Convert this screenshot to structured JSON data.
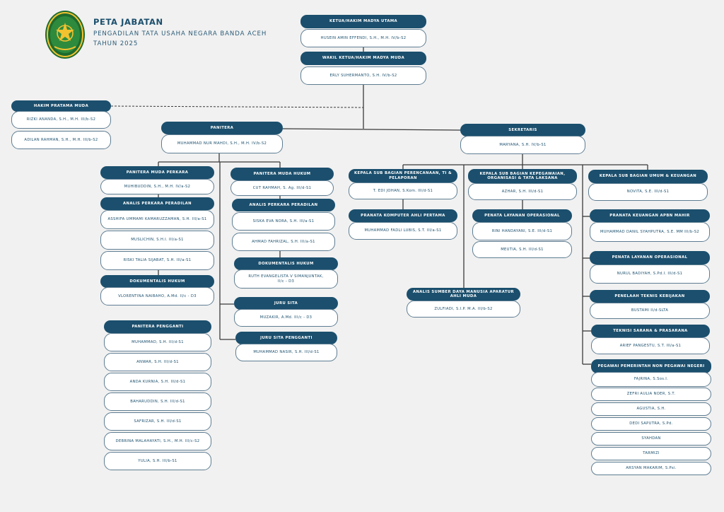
{
  "header": {
    "title": "PETA JABATAN",
    "subtitle": "PENGADILAN TATA USAHA NEGARA BANDA ACEH",
    "year": "TAHUN 2025"
  },
  "colors": {
    "header_fill": "#1b4f6d",
    "box_border": "#5e7d92",
    "line": "#3a3a3a",
    "background": "#f1f1f1"
  },
  "boxes": [
    {
      "id": "ketua-header",
      "kind": "hdr",
      "text": "KETUA/HAKIM MADYA UTAMA"
    },
    {
      "id": "ketua-name",
      "kind": "nm",
      "text": "HUSEIN AMIN EFFENDI, S.H., M.H. IV/b-S2"
    },
    {
      "id": "wakil-header",
      "kind": "hdr",
      "text": "WAKIL KETUA/HAKIM MADYA MUDA"
    },
    {
      "id": "wakil-name",
      "kind": "nm",
      "text": "ERLY SUHERMANTO, S.H. IV/b-S2"
    },
    {
      "id": "hakim-header",
      "kind": "hdr",
      "text": "HAKIM PRATAMA MUDA"
    },
    {
      "id": "hakim-name-1",
      "kind": "nm",
      "text": "RIZKI ANANDA, S.H., M.H. III/b-S2"
    },
    {
      "id": "hakim-name-2",
      "kind": "nm",
      "text": "ADILAN RAHMAN, S.H., M.H. III/b-S2"
    },
    {
      "id": "panitera-header",
      "kind": "hdr",
      "text": "PANITERA"
    },
    {
      "id": "panitera-name",
      "kind": "nm",
      "text": "MUHAMMAD NUR MAHDI, S.H., M.H. IV/b-S2"
    },
    {
      "id": "sekretaris-header",
      "kind": "hdr",
      "text": "SEKRETARIS"
    },
    {
      "id": "sekretaris-name",
      "kind": "nm",
      "text": "MARYANA, S.H. IV/b-S1"
    },
    {
      "id": "pmp-header",
      "kind": "hdr",
      "text": "PANITERA MUDA PERKARA"
    },
    {
      "id": "pmp-name",
      "kind": "nm",
      "text": "MUHIBUDDIN, S.H., M.H. IV/a-S2"
    },
    {
      "id": "app-header",
      "kind": "hdr",
      "text": "ANALIS PERKARA PERADILAN"
    },
    {
      "id": "app-name-1",
      "kind": "nm",
      "text": "ASSHIFA UMMAMI KAMARUZZAMAN, S.H. III/a-S1"
    },
    {
      "id": "app-name-2",
      "kind": "nm",
      "text": "MUSLICHIN, S.H.I. III/a-S1"
    },
    {
      "id": "app-name-3",
      "kind": "nm",
      "text": "RISKI TALIA SIJABAT, S.H. III/a-S1"
    },
    {
      "id": "dok1-header",
      "kind": "hdr",
      "text": "DOKUMENTALIS HUKUM"
    },
    {
      "id": "dok1-name",
      "kind": "nm",
      "text": "VLORENTINA NAIBAHO, A.Md. II/c - D3"
    },
    {
      "id": "pp-header",
      "kind": "hdr",
      "text": "PANITERA PENGGANTI"
    },
    {
      "id": "pp-name-1",
      "kind": "nm",
      "text": "MUHAMMAD, S.H. III/d-S1"
    },
    {
      "id": "pp-name-2",
      "kind": "nm",
      "text": "ANWAR, S.H. III/d-S1"
    },
    {
      "id": "pp-name-3",
      "kind": "nm",
      "text": "ANDA KURNIA, S.H. III/d-S1"
    },
    {
      "id": "pp-name-4",
      "kind": "nm",
      "text": "BAHARUDDIN, S.H. III/d-S1"
    },
    {
      "id": "pp-name-5",
      "kind": "nm",
      "text": "SAFRIZAR, S.H. III/d-S1"
    },
    {
      "id": "pp-name-6",
      "kind": "nm",
      "text": "DEBRINA MALAHAYATI, S.H., M.H. III/c-S2"
    },
    {
      "id": "pp-name-7",
      "kind": "nm",
      "text": "YULIA, S.H. III/b-S1"
    },
    {
      "id": "pmh-header",
      "kind": "hdr",
      "text": "PANITERA MUDA HUKUM"
    },
    {
      "id": "pmh-name",
      "kind": "nm",
      "text": "CUT RAHMAH, S. Ag. III/d-S1"
    },
    {
      "id": "app2-header",
      "kind": "hdr",
      "text": "ANALIS PERKARA PERADILAN"
    },
    {
      "id": "app2-name-1",
      "kind": "nm",
      "text": "SISKA EVA NORA, S.H. III/a-S1"
    },
    {
      "id": "app2-name-2",
      "kind": "nm",
      "text": "AHMAD FAHRIZAL, S.H. III/a-S1"
    },
    {
      "id": "dok2-header",
      "kind": "hdr",
      "text": "DOKUMENTALIS HUKUM"
    },
    {
      "id": "dok2-name",
      "kind": "nm",
      "text": "RUTH EVANGELISTA V SIMANJUNTAK,\nII/c - D3"
    },
    {
      "id": "js-header",
      "kind": "hdr",
      "text": "JURU SITA"
    },
    {
      "id": "js-name",
      "kind": "nm",
      "text": "MUZAKIR, A.Md. III/c - D3"
    },
    {
      "id": "jsp-header",
      "kind": "hdr",
      "text": "JURU SITA PENGGANTI"
    },
    {
      "id": "jsp-name",
      "kind": "nm",
      "text": "MUHAMMAD NASIR, S.H. III/d-S1"
    },
    {
      "id": "ksb1-header",
      "kind": "hdr",
      "text": "KEPALA SUB BAGIAN\nPERENCANAAN, TI & PELAPORAN"
    },
    {
      "id": "ksb1-name",
      "kind": "nm",
      "text": "T. EDI JOHAN, S.Kom. III/d-S1"
    },
    {
      "id": "pk-header",
      "kind": "hdr",
      "text": "PRANATA KOMPUTER\nAHLI PERTAMA"
    },
    {
      "id": "pk-name",
      "kind": "nm",
      "text": "MUHAMMAD FADLI LUBIS, S.T. III/a-S1"
    },
    {
      "id": "ksb2-header",
      "kind": "hdr",
      "text": "KEPALA SUB BAGIAN\nKEPEGAWAIAN, ORGANISASI &\nTATA LAKSANA"
    },
    {
      "id": "ksb2-name",
      "kind": "nm",
      "text": "AZHAR, S.H. III/d-S1"
    },
    {
      "id": "plo-header",
      "kind": "hdr",
      "text": "PENATA LAYANAN\nOPERASIONAL"
    },
    {
      "id": "plo-name-1",
      "kind": "nm",
      "text": "RINI HANDAYANI, S.E. III/d-S1"
    },
    {
      "id": "plo-name-2",
      "kind": "nm",
      "text": "MEUTIA, S.H. III/d-S1"
    },
    {
      "id": "asdm-header",
      "kind": "hdr",
      "text": "ANALIS SUMBER DAYA\nMANUSIA APARATUR AHLI MUDA"
    },
    {
      "id": "asdm-name",
      "kind": "nm",
      "text": "ZULFIADI, S.I.P. M.A. III/b-S2"
    },
    {
      "id": "ksb3-header",
      "kind": "hdr",
      "text": "KEPALA SUB BAGIAN\nUMUM & KEUANGAN"
    },
    {
      "id": "ksb3-name",
      "kind": "nm",
      "text": "NOVITA, S.E. III/d-S1"
    },
    {
      "id": "pka-header",
      "kind": "hdr",
      "text": "PRANATA KEUANGAN\nAPBN MAHIR"
    },
    {
      "id": "pka-name",
      "kind": "nm",
      "text": "MUHAMMAD DANIL SYAHPUTRA, S.E. MM III/b-S2"
    },
    {
      "id": "plo2-header",
      "kind": "hdr",
      "text": "PENATA\nLAYANAN OPERASIONAL"
    },
    {
      "id": "plo2-name",
      "kind": "nm",
      "text": "NURUL BADIYAH, S.Pd.I. III/d-S1"
    },
    {
      "id": "ptk-header",
      "kind": "hdr",
      "text": "PENELAAH TEKNIS KEBIJAKAN"
    },
    {
      "id": "ptk-name",
      "kind": "nm",
      "text": "BUSTAMI II/d-SLTA"
    },
    {
      "id": "tsp-header",
      "kind": "hdr",
      "text": "TEKNISI SARANA & PRASARANA"
    },
    {
      "id": "tsp-name",
      "kind": "nm",
      "text": "ARIEF PANGESTU, S.T. III/a-S1"
    },
    {
      "id": "ppn-header",
      "kind": "hdr",
      "text": "PEGAWAI PEMERINTAH\nNON PEGAWAI NEGERI"
    },
    {
      "id": "ppn-name-1",
      "kind": "nm",
      "text": "FAJRINA, S.Sos.I."
    },
    {
      "id": "ppn-name-2",
      "kind": "nm",
      "text": "ZEFRI AULIA NOER, S.T."
    },
    {
      "id": "ppn-name-3",
      "kind": "nm",
      "text": "AGUSTIA, S.H."
    },
    {
      "id": "ppn-name-4",
      "kind": "nm",
      "text": "DEDI SAPUTRA, S.Pd."
    },
    {
      "id": "ppn-name-5",
      "kind": "nm",
      "text": "SYAHDAN"
    },
    {
      "id": "ppn-name-6",
      "kind": "nm",
      "text": "TARMIZI"
    },
    {
      "id": "ppn-name-7",
      "kind": "nm",
      "text": "ARSYAN MAKARIM, S.Psi."
    }
  ]
}
